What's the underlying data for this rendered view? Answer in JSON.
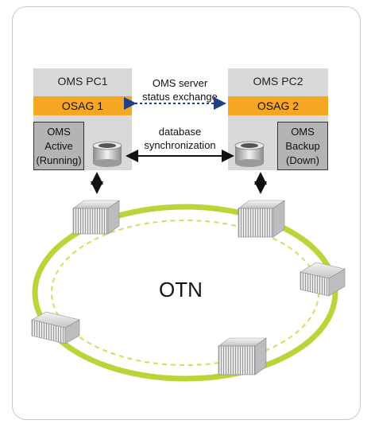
{
  "pc1": {
    "title": "OMS PC1",
    "osag": "OSAG 1",
    "status_line1": "OMS",
    "status_line2": "Active",
    "status_line3": "(Running)"
  },
  "pc2": {
    "title": "OMS PC2",
    "osag": "OSAG 2",
    "status_line1": "OMS",
    "status_line2": "Backup",
    "status_line3": "(Down)"
  },
  "links": {
    "status_line1": "OMS server",
    "status_line2": "status exchange",
    "db_line1": "database",
    "db_line2": "synchronization"
  },
  "network": {
    "label": "OTN"
  },
  "colors": {
    "osag": "#f5a623",
    "ring_outer": "#bcd43a",
    "ring_dashed": "#cfe05a",
    "pc_bg": "#d9d9d9"
  }
}
